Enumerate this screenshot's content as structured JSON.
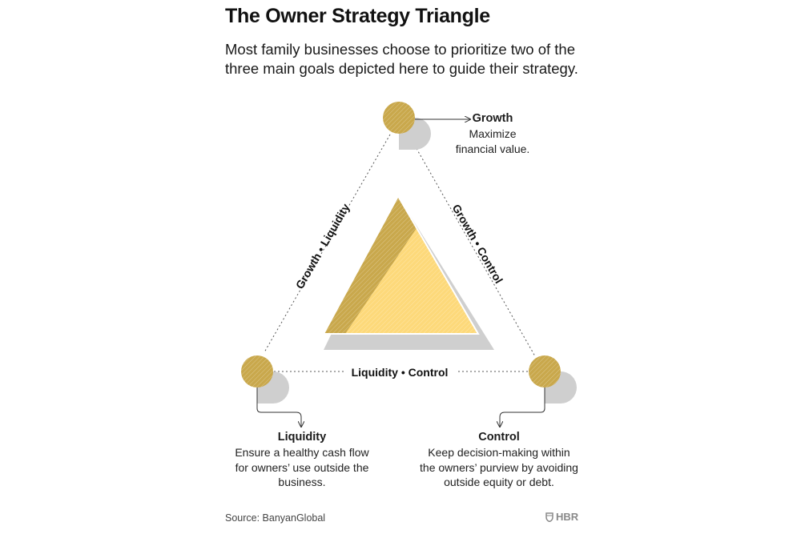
{
  "title": "The Owner Strategy Triangle",
  "subtitle": "Most family businesses choose to prioritize two of the three main goals depicted here to guide their strategy.",
  "edges": {
    "left": "Growth • Liquidity",
    "right": "Growth • Control",
    "bottom": "Liquidity • Control"
  },
  "goals": {
    "growth": {
      "name": "Growth",
      "desc_lines": [
        "Maximize",
        "financial value."
      ]
    },
    "liquidity": {
      "name": "Liquidity",
      "desc_lines": [
        "Ensure a healthy cash flow",
        "for owners’ use outside the",
        "business."
      ]
    },
    "control": {
      "name": "Control",
      "desc_lines": [
        "Keep decision-making within",
        "the owners’ purview by avoiding",
        "outside equity or debt."
      ]
    }
  },
  "source": "Source: BanyanGlobal",
  "logo": "HBR",
  "colors": {
    "gold": "#c9a84c",
    "light_yellow": "#fdd97a",
    "shadow_gray": "#cfcfcf",
    "text": "#111111"
  }
}
